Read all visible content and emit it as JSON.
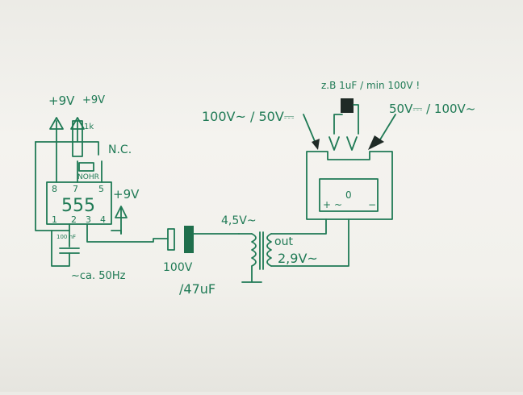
{
  "diagram": {
    "paper_color": "#f2f1ec",
    "ink_color": "#1f7a55",
    "labels": {
      "supply_left": "+9V",
      "supply_right": "+9V",
      "supply_ic": "+9V",
      "resistor": "1k",
      "nc": "N.C.",
      "ic_name": "555",
      "pin8": "8",
      "pin7": "7",
      "pin5": "5",
      "pin1": "1",
      "pin2": "2",
      "pin3": "3",
      "pin4": "4",
      "timing_cap": "100 nF",
      "freq": "~ca. 50Hz",
      "cap_value_1": "100V",
      "cap_value_2": "/47uF",
      "primary_v": "4,5V~",
      "secondary_out": "out",
      "secondary_v": "2,9V~",
      "meter_hint": "z.B 1uF / min 100V !",
      "left_note": "100V~ / 50V⎓",
      "right_note": "50V⎓ / 100V~",
      "meter_scale": "0",
      "meter_plus": "+",
      "meter_minus": "−",
      "meter_ac": "~"
    }
  }
}
